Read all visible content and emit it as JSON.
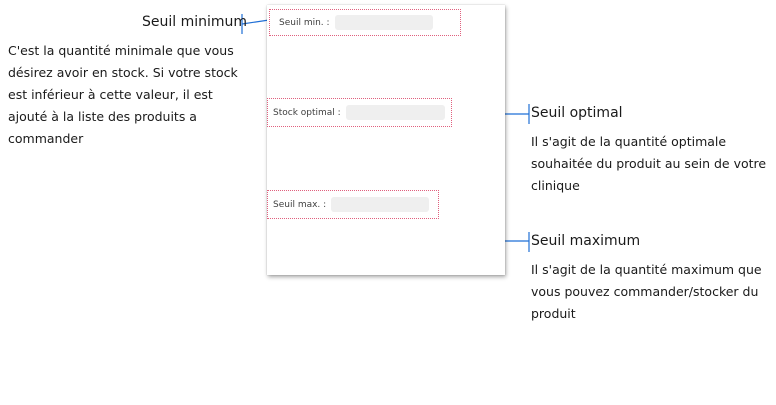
{
  "form": {
    "seuil_min_label": "Seuil min. :",
    "seuil_min_value": "",
    "stock_optimal_label": "Stock optimal :",
    "stock_optimal_value": "",
    "seuil_max_label": "Seuil max. :",
    "seuil_max_value": ""
  },
  "annotations": {
    "minimum": {
      "title": "Seuil minimum",
      "description": "C'est la quantité minimale que vous désirez avoir en stock. Si votre stock est inférieur à cette valeur, il est ajouté à la liste des produits a commander"
    },
    "optimal": {
      "title": "Seuil optimal",
      "description": "Il s'agit de la quantité optimale souhaitée du produit au sein de votre clinique"
    },
    "maximum": {
      "title": "Seuil maximum",
      "description": "Il s'agit de la quantité maximum que vous pouvez commander/stocker du produit"
    }
  },
  "colors": {
    "connector": "#1f6fd6",
    "field_border": "#e0607e",
    "input_fill": "#efefef"
  }
}
